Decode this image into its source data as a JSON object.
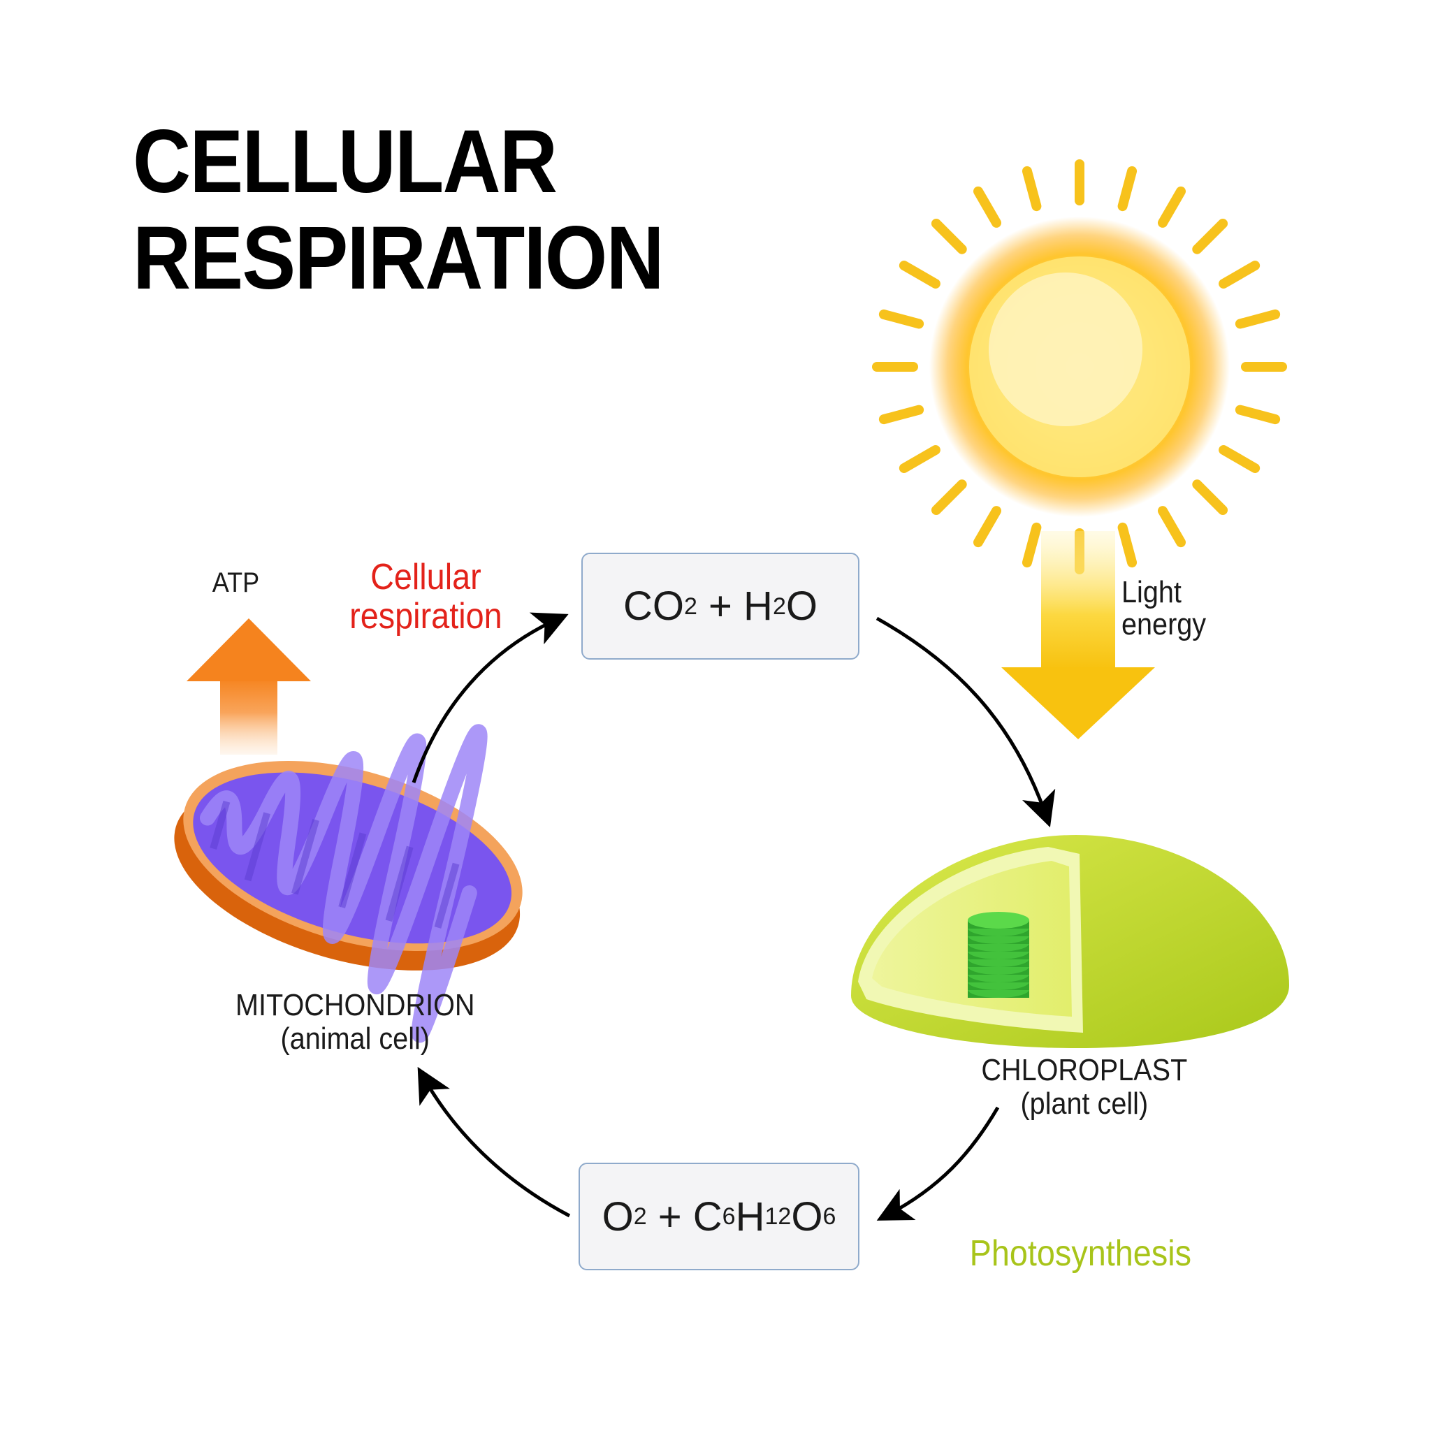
{
  "title": {
    "line1": "CELLULAR",
    "line2": "RESPIRATION"
  },
  "labels": {
    "atp": "ATP",
    "cellular_respiration_line1": "Cellular",
    "cellular_respiration_line2": "respiration",
    "light_energy_line1": "Light",
    "light_energy_line2": "energy",
    "mitochondrion_line1": "MITOCHONDRION",
    "mitochondrion_line2": "(animal cell)",
    "chloroplast_line1": "CHLOROPLAST",
    "chloroplast_line2": "(plant cell)",
    "photosynthesis": "Photosynthesis"
  },
  "formulas": {
    "top": {
      "a": "CO",
      "a_sub": "2",
      "plus": " + H",
      "b_sub": "2",
      "c": "O"
    },
    "bottom": {
      "a": "O",
      "a_sub": "2",
      "plus": " + C",
      "b_sub": "6",
      "c": "H",
      "c_sub": "12",
      "d": "O",
      "d_sub": "6"
    }
  },
  "colors": {
    "cellular_respiration_text": "#e3221a",
    "photosynthesis_text": "#a8c41a",
    "sun_core": "#ffd84a",
    "sun_rays": "#f7c21c",
    "light_arrow": "#f9c516",
    "atp_arrow": "#f58a27",
    "mitochondrion_outer": "#e06a10",
    "mitochondrion_inner": "#7b57f0",
    "chloroplast": "#c6de2a",
    "thylakoid": "#3cb83a",
    "box_border": "#8faacb",
    "cycle_arrows": "#000000"
  }
}
